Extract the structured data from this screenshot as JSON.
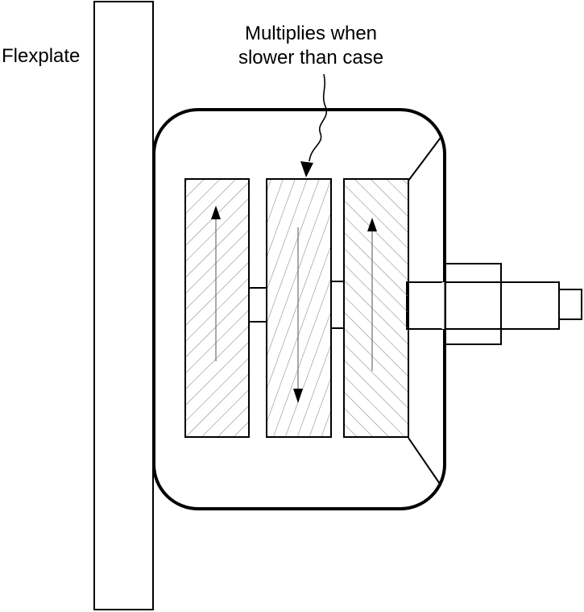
{
  "labels": {
    "flexplate": "Flexplate",
    "annotation_line1": "Multiplies when",
    "annotation_line2": "slower than case"
  },
  "colors": {
    "stroke": "#000000",
    "background": "#ffffff",
    "hatch": "#7a7a7a",
    "flow_arrow": "#707070"
  },
  "icons": {
    "annotation_pointer": "arrow-down-icon",
    "pump_flow": "arrow-up-icon",
    "stator_flow": "arrow-down-icon",
    "turbine_flow": "arrow-up-icon"
  }
}
